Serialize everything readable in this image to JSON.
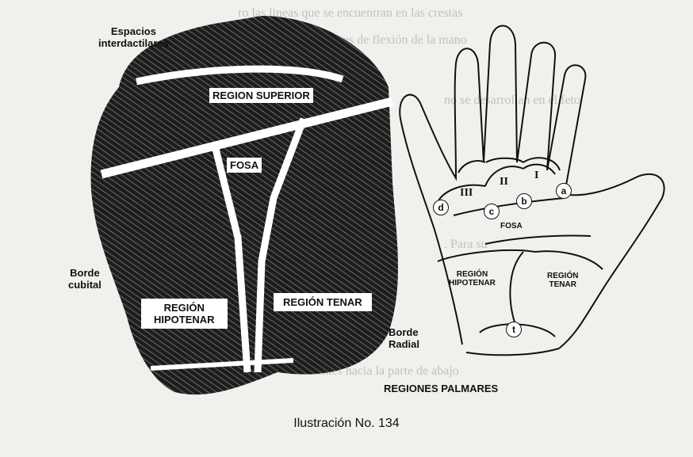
{
  "palm_print": {
    "region_superior": "REGION SUPERIOR",
    "espacios": "Espacios\ninterdactilares",
    "fosa": "FOSA",
    "borde_cubital": "Borde\ncubital",
    "region_hipotenar": "REGIÓN\nHIPOTENAR",
    "region_tenar": "REGIÓN TENAR",
    "borde_radial": "Borde\nRadial"
  },
  "hand_diagram": {
    "roman_i": "I",
    "roman_ii": "II",
    "roman_iii": "III",
    "circle_a": "a",
    "circle_b": "b",
    "circle_c": "c",
    "circle_d": "d",
    "circle_t": "t",
    "fosa": "FOSA",
    "region_hipotenar": "REGIÓN\nHIPOTENAR",
    "region_tenar": "REGIÓN\nTENAR",
    "title": "REGIONES PALMARES"
  },
  "caption": "Ilustración No. 134"
}
